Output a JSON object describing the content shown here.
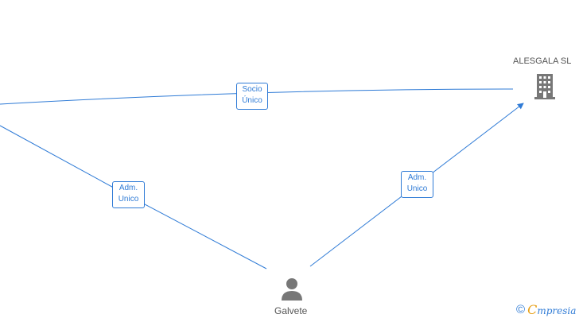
{
  "nodes": {
    "company": {
      "label": "ALESGALA  SL",
      "icon": "building-icon",
      "color": "#777777"
    },
    "person": {
      "label": "Galvete",
      "icon": "person-icon",
      "color": "#777777"
    }
  },
  "edges": [
    {
      "id": "socio",
      "label": "Socio\nÚnico"
    },
    {
      "id": "adm-left",
      "label": "Adm.\nUnico"
    },
    {
      "id": "adm-right",
      "label": "Adm.\nUnico"
    }
  ],
  "colors": {
    "edge": "#2f7bd6",
    "node": "#777777",
    "brand_accent": "#e8a21a"
  },
  "watermark": {
    "symbol": "©",
    "brand_first": "C",
    "brand_rest": "mpresia"
  }
}
